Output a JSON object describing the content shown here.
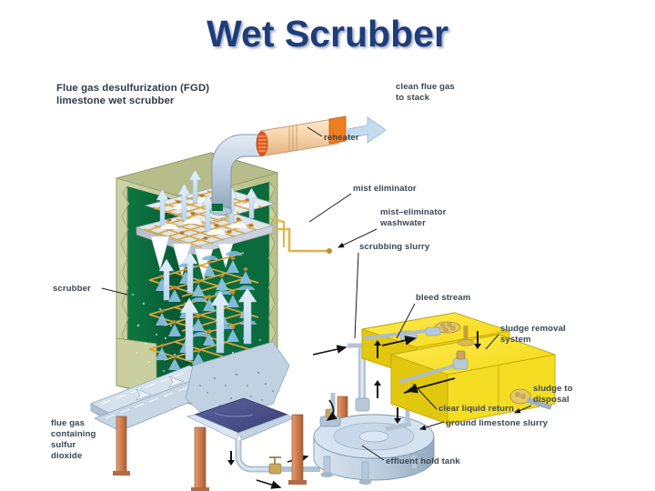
{
  "slide": {
    "title": "Wet Scrubber",
    "background_color": "#ffffff",
    "title_color": "#1f3d78"
  },
  "figure": {
    "caption_line1": "Flue gas desulfurization (FGD)",
    "caption_line2": "limestone wet scrubber",
    "labels": {
      "clean_flue_gas_l1": "clean flue gas",
      "clean_flue_gas_l2": "to stack",
      "reheater": "reheater",
      "mist_eliminator": "mist eliminator",
      "mist_eliminator_washwater_l1": "mist–eliminator",
      "mist_eliminator_washwater_l2": "washwater",
      "scrubbing_slurry": "scrubbing slurry",
      "bleed_stream": "bleed stream",
      "sludge_removal_l1": "sludge removal",
      "sludge_removal_l2": "system",
      "sludge_to_disposal_l1": "sludge to",
      "sludge_to_disposal_l2": "disposal",
      "clear_liquid_return": "clear liquid return",
      "ground_limestone_slurry": "ground limestone slurry",
      "effluent_hold_tank": "effluent hold tank",
      "scrubber": "scrubber",
      "flue_gas_l1": "flue gas",
      "flue_gas_l2": "containing",
      "flue_gas_l3": "sulfur",
      "flue_gas_l4": "dioxide"
    },
    "colors": {
      "scrubber_shell": "#c9cf9f",
      "scrubber_shell_dark": "#9aa37a",
      "scrubber_interior": "#0a6b3c",
      "scrubber_interior_dark": "#065030",
      "spray_header": "#d8a43c",
      "spray_header_light": "#e8c777",
      "spray_arrow": "#cfe2f3",
      "spray_cone": "#ffffff",
      "spray_cone_blue": "#7fb8e0",
      "sludge_tank": "#fbe018",
      "sludge_tank_dark": "#d9bd0c",
      "duct_gray": "#c6d4e2",
      "duct_gray_dark": "#9fb2c6",
      "reheater_body": "#f7d7b0",
      "reheater_band": "#ef7d22",
      "support_column": "#d98a5e",
      "support_column_dark": "#b06c44",
      "sump_liquid": "#4a4f8c",
      "hold_tank": "#c3d3e3",
      "label_text": "#3b4652"
    }
  }
}
